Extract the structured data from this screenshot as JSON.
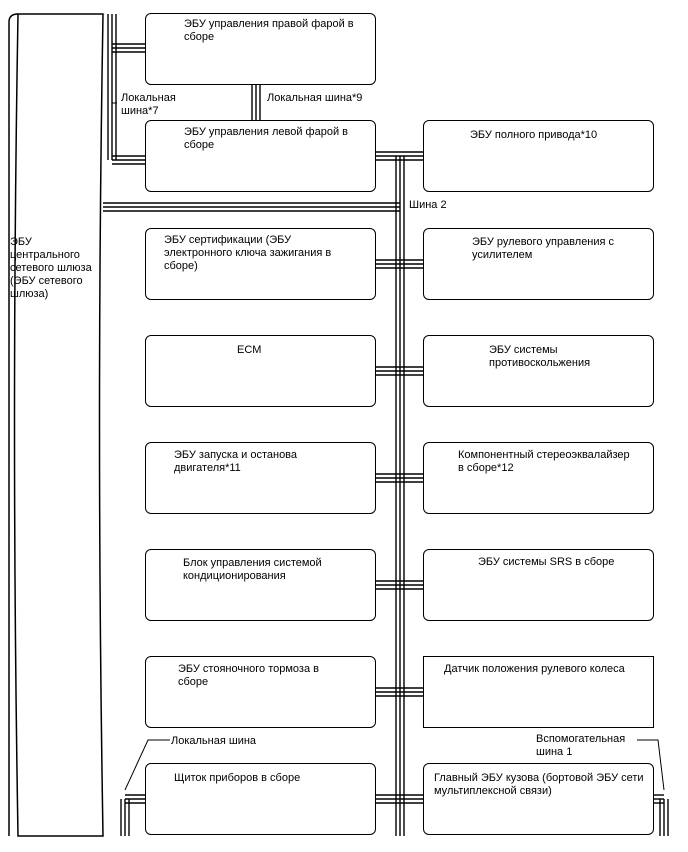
{
  "gateway": {
    "label": "ЭБУ\nцентрального\nсетевого шлюза\n(ЭБУ сетевого\nшлюза)"
  },
  "ecus": {
    "right_headlamp": "ЭБУ управления правой фарой в\nсборе",
    "left_headlamp": "ЭБУ управления левой фарой в\nсборе",
    "awd": "ЭБУ полного привода*10",
    "certification": "ЭБУ сертификации (ЭБУ\nэлектронного ключа зажигания в\nсборе)",
    "power_steering": "ЭБУ рулевого управления с\nусилителем",
    "ecm": "ECM",
    "pre_collision": "ЭБУ системы\nпротивоскольжения",
    "stop_start": "ЭБУ запуска и останова\nдвигателя*11",
    "stereo": "Компонентный стереоэквалайзер\nв сборе*12",
    "air_conditioning": "Блок управления системой\nкондиционирования",
    "srs": "ЭБУ системы SRS в сборе",
    "parking_brake": "ЭБУ стояночного тормоза в\nсборе",
    "steering_sensor": "Датчик положения рулевого колеса",
    "combination_meter": "Щиток приборов в сборе",
    "main_body": "Главный ЭБУ кузова (бортовой ЭБУ сети\nмультиплексной связи)"
  },
  "bus_labels": {
    "local_bus_7": "Локальная\nшина*7",
    "local_bus_9": "Локальная шина*9",
    "bus_2": "Шина 2",
    "local_bus": "Локальная шина",
    "aux_bus_1": "Вспомогательная\nшина 1"
  }
}
